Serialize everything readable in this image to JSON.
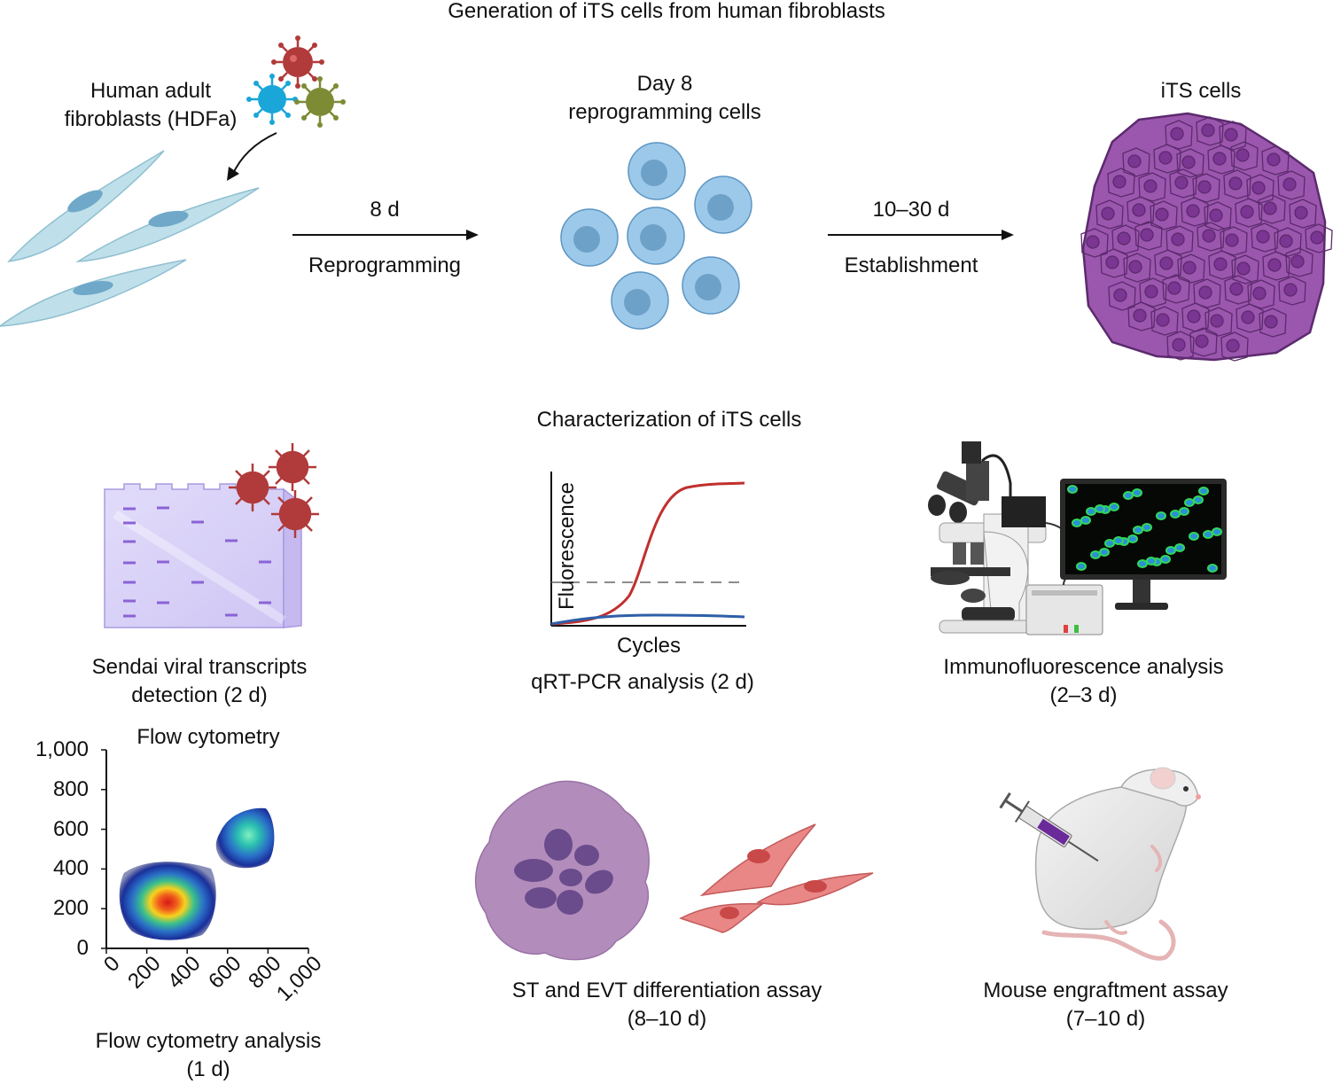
{
  "generation": {
    "title": "Generation of iTS cells from human fibroblasts",
    "fibroblasts_label": [
      "Human adult",
      "fibroblasts (HDFa)"
    ],
    "step1": {
      "time": "8 d",
      "name": "Reprogramming"
    },
    "day8_label": [
      "Day 8",
      "reprogramming cells"
    ],
    "step2": {
      "time": "10–30 d",
      "name": "Establishment"
    },
    "its_label": "iTS cells"
  },
  "characterization": {
    "title": "Characterization of iTS cells",
    "sendai": [
      "Sendai viral transcripts",
      "detection (2 d)"
    ],
    "qrtpcr": {
      "label": "qRT-PCR analysis (2 d)",
      "ylabel": "Fluorescence",
      "xlabel": "Cycles"
    },
    "immuno": [
      "Immunofluorescence analysis",
      "(2–3 d)"
    ],
    "flow": {
      "title": "Flow cytometry",
      "label": [
        "Flow cytometry analysis",
        "(1 d)"
      ],
      "y_ticks": [
        "1,000",
        "800",
        "600",
        "400",
        "200",
        "0"
      ],
      "x_ticks": [
        "0",
        "200",
        "400",
        "600",
        "800",
        "1,000"
      ]
    },
    "st_evt": [
      "ST and EVT differentiation assay",
      "(8–10 d)"
    ],
    "mouse": [
      "Mouse engraftment assay",
      "(7–10 d)"
    ]
  },
  "colors": {
    "fibroblast": "#bfe0ea",
    "reprogramming_cell": "#9cc9ea",
    "its_cell": "#9b57ad",
    "virus_red": "#b13a3a",
    "virus_blue": "#1aa6d8",
    "virus_green": "#7d8b35",
    "pcr_red": "#c0302e",
    "pcr_blue": "#2e5fa8",
    "st_cell": "#b28dbb",
    "evt_cell": "#e98787"
  }
}
